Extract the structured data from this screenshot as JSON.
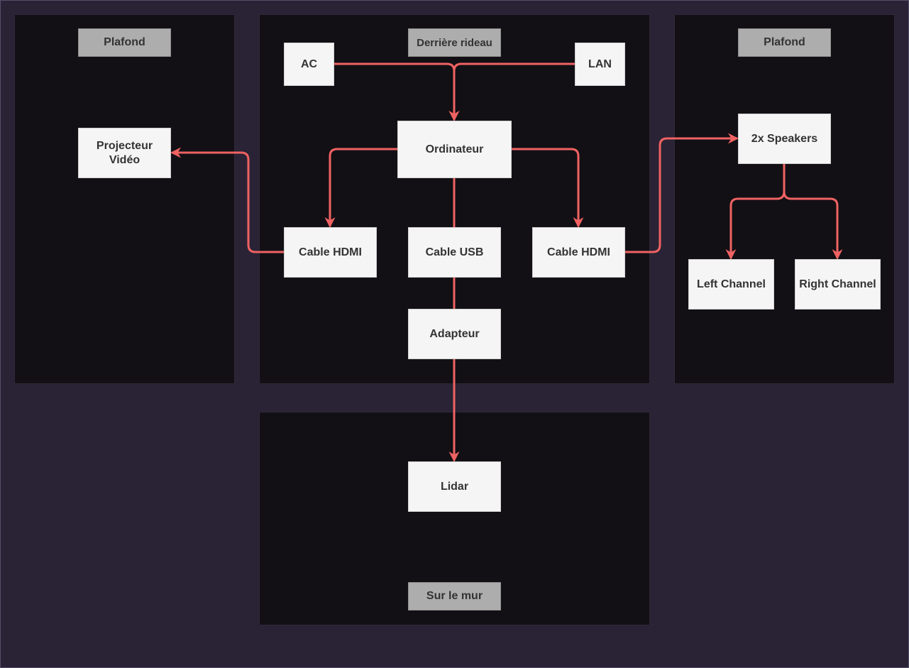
{
  "colors": {
    "background": "#2a2335",
    "panel": "#121015",
    "label": "#adadad",
    "node": "#f5f5f5",
    "edge": "#f06262"
  },
  "panels": {
    "left_title": "Plafond",
    "center_title": "Derrière rideau",
    "right_title": "Plafond",
    "bottom_title": "Sur le mur"
  },
  "nodes": {
    "ac": "AC",
    "lan": "LAN",
    "ordinateur": "Ordinateur",
    "projecteur": "Projecteur\nVidéo",
    "hdmi_left": "Cable HDMI",
    "usb": "Cable USB",
    "hdmi_right": "Cable HDMI",
    "adapteur": "Adapteur",
    "lidar": "Lidar",
    "speakers": "2x Speakers",
    "left_channel": "Left Channel",
    "right_channel": "Right Channel"
  },
  "edges": [
    {
      "from": "AC",
      "to": "Ordinateur"
    },
    {
      "from": "LAN",
      "to": "Ordinateur"
    },
    {
      "from": "Ordinateur",
      "to": "Cable HDMI"
    },
    {
      "from": "Ordinateur",
      "to": "Cable HDMI"
    },
    {
      "from": "Ordinateur",
      "to": "Cable USB"
    },
    {
      "from": "Cable HDMI",
      "to": "Projecteur Vidéo"
    },
    {
      "from": "Cable HDMI",
      "to": "2x Speakers"
    },
    {
      "from": "Cable USB",
      "to": "Adapteur"
    },
    {
      "from": "Adapteur",
      "to": "Lidar"
    },
    {
      "from": "2x Speakers",
      "to": "Left Channel"
    },
    {
      "from": "2x Speakers",
      "to": "Right Channel"
    }
  ]
}
